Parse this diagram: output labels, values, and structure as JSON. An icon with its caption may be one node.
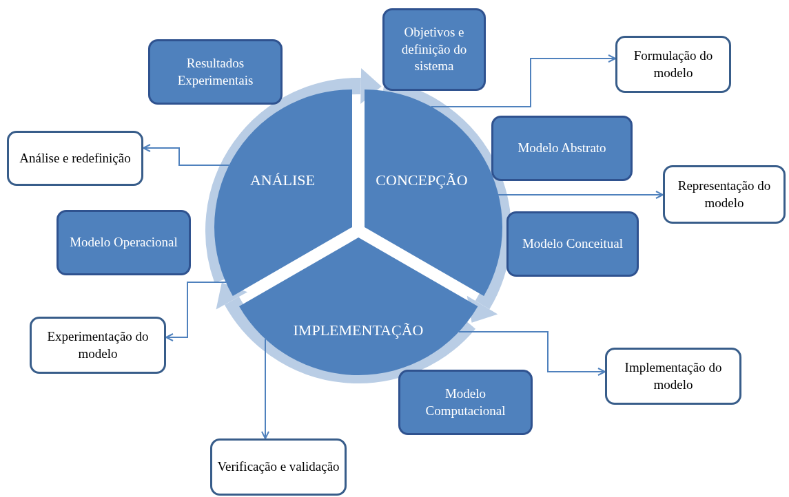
{
  "diagram": {
    "nodes": [
      {
        "text": [
          "Objetivos e definição do sistema"
        ]
      },
      {
        "text": [
          "Formulação do modelo"
        ]
      },
      {
        "text": [
          "Resultados Experimentais"
        ]
      },
      {
        "text": [
          "Análise e redefinição"
        ]
      },
      {
        "text": [
          "Modelo Abstrato"
        ]
      },
      {
        "text": [
          "ANÁLISE"
        ]
      },
      {
        "text": [
          "CONCEPÇÃO"
        ]
      },
      {
        "text": [
          "Representação do modelo"
        ]
      },
      {
        "text": [
          "Modelo Operacional"
        ]
      },
      {
        "text": [
          "Modelo Conceitual"
        ]
      },
      {
        "text": [
          "IMPLEMENTAÇÃO"
        ]
      },
      {
        "text": [
          "Experimentação do modelo"
        ]
      },
      {
        "text": [
          "Implementação do modelo"
        ]
      },
      {
        "text": [
          "Modelo Computacional"
        ]
      },
      {
        "text": [
          "Verificação e validação"
        ]
      }
    ],
    "edges": [
      {
        "from": 5,
        "to": 6,
        "arrow": "to",
        "style": "thick",
        "color": "#b9cde5"
      },
      {
        "from": 6,
        "to": 10,
        "arrow": "to",
        "style": "thick",
        "color": "#b9cde5"
      },
      {
        "from": 10,
        "to": 5,
        "arrow": "to",
        "style": "thick",
        "color": "#b9cde5"
      },
      {
        "from": 6,
        "to": 1,
        "arrow": "to"
      },
      {
        "from": 6,
        "to": 7,
        "arrow": "to"
      },
      {
        "from": 10,
        "to": 12,
        "arrow": "to"
      },
      {
        "from": 10,
        "to": 14,
        "arrow": "to"
      },
      {
        "from": 5,
        "to": 11,
        "arrow": "to"
      },
      {
        "from": 5,
        "to": 3,
        "arrow": "to"
      }
    ]
  }
}
